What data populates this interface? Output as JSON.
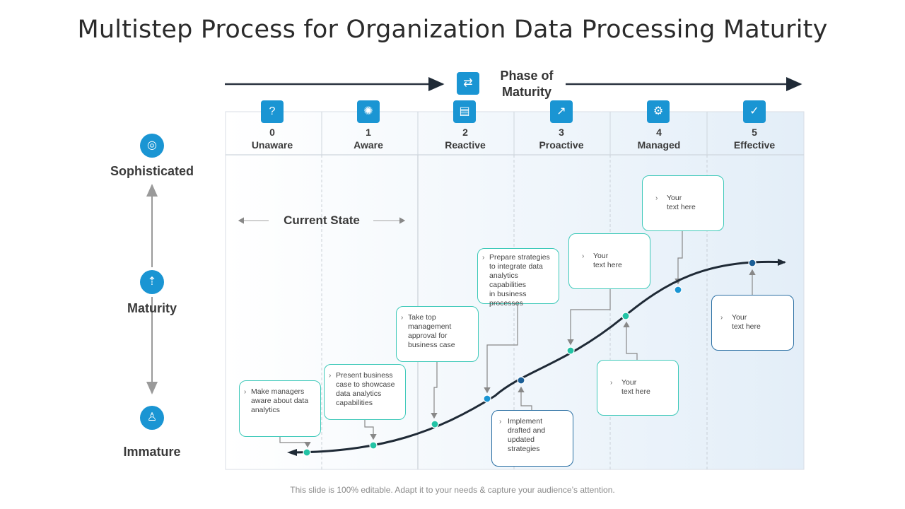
{
  "title": "Multistep Process for Organization Data Processing Maturity",
  "phase_header": {
    "title": "Phase of Maturity",
    "icon": "money-exchange-icon"
  },
  "phases": [
    {
      "number": "0",
      "label": "Unaware",
      "icon": "confused-people-icon"
    },
    {
      "number": "1",
      "label": "Aware",
      "icon": "lightbulb-head-icon"
    },
    {
      "number": "2",
      "label": "Reactive",
      "icon": "dashboard-window-icon"
    },
    {
      "number": "3",
      "label": "Proactive",
      "icon": "growth-chart-icon"
    },
    {
      "number": "4",
      "label": "Managed",
      "icon": "gear-icon"
    },
    {
      "number": "5",
      "label": "Effective",
      "icon": "settings-check-icon"
    }
  ],
  "levels": {
    "top": {
      "label": "Sophisticated",
      "icon": "target-icon"
    },
    "middle": {
      "label": "Maturity",
      "icon": "team-growth-icon"
    },
    "bottom": {
      "label": "Immature",
      "icon": "person-icon"
    }
  },
  "current_state": "Current State",
  "steps": [
    {
      "text": "Make managers\naware about data\nanalytics"
    },
    {
      "text": "Present business\ncase to showcase\ndata analytics\ncapabilities"
    },
    {
      "text": "Take top\nmanagement\napproval for\nbusiness case"
    },
    {
      "text": "Prepare strategies\nto integrate data\nanalytics capabilities\nin business\nprocesses"
    },
    {
      "text": "Implement\ndrafted and\nupdated\nstrategies"
    },
    {
      "text": "Your\ntext here"
    },
    {
      "text": "Your\ntext here"
    },
    {
      "text": "Your\ntext here"
    },
    {
      "text": "Your\ntext here"
    }
  ],
  "colors": {
    "accent": "#1a95d3",
    "teal": "#3ec9b9",
    "dark_blue": "#2a6fa3",
    "curve": "#1f2a36"
  },
  "footer": "This slide is 100% editable. Adapt it to your needs & capture your audience’s attention."
}
